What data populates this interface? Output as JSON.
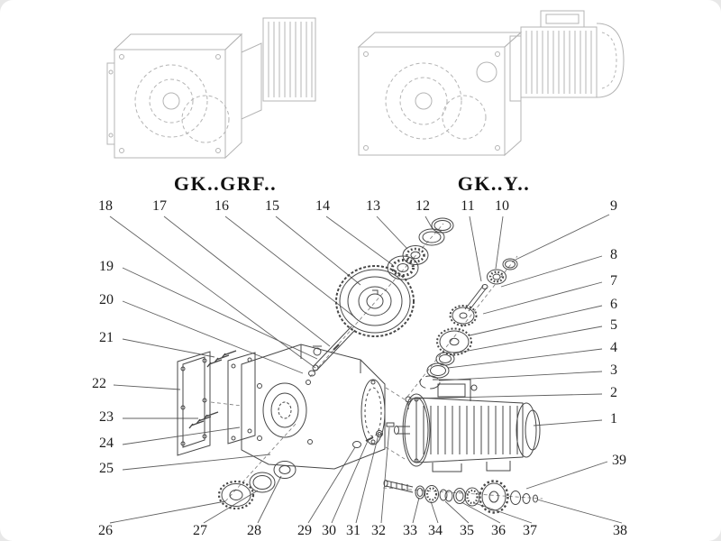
{
  "figure_labels": {
    "left": "GK..GRF..",
    "right": "GK..Y.."
  },
  "callouts": [
    "18",
    "17",
    "16",
    "15",
    "14",
    "13",
    "12",
    "11",
    "10",
    "9",
    "8",
    "7",
    "6",
    "5",
    "4",
    "3",
    "2",
    "1",
    "39",
    "19",
    "20",
    "21",
    "22",
    "23",
    "24",
    "25",
    "26",
    "27",
    "28",
    "29",
    "30",
    "31",
    "32",
    "33",
    "34",
    "35",
    "36",
    "37",
    "38"
  ],
  "colors": {
    "drawing_dark": "#474747",
    "drawing_light": "#b4b4b4",
    "leader_line": "#606060",
    "text": "#1c1c1c"
  }
}
